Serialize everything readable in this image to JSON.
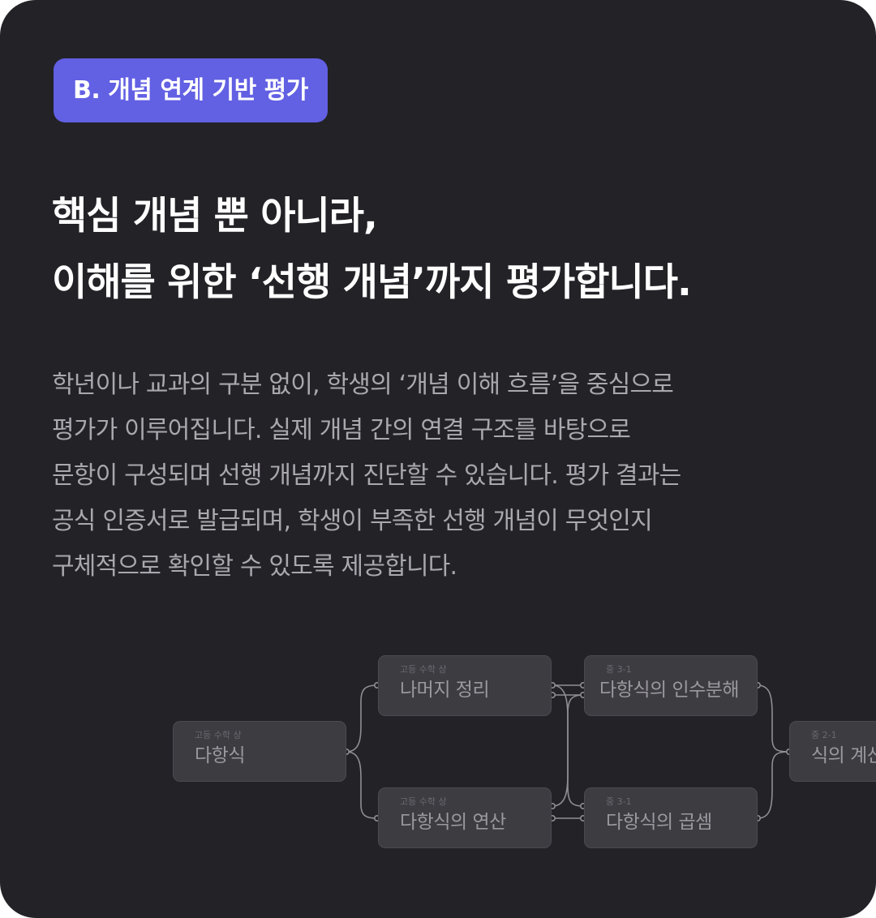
{
  "badge": "B. 개념 연계 기반 평가",
  "headline": {
    "line1": "핵심 개념 뿐 아니라,",
    "line2": "이해를 위한 ‘선행 개념’까지 평가합니다."
  },
  "description": [
    "학년이나 교과의 구분 없이, 학생의 ‘개념 이해 흐름’을 중심으로",
    "평가가 이루어집니다. 실제 개념 간의 연결 구조를 바탕으로",
    "문항이 구성되며 선행 개념까지 진단할 수 있습니다. 평가 결과는",
    "공식 인증서로 발급되며, 학생이 부족한 선행 개념이 무엇인지",
    "구체적으로 확인할 수 있도록 제공합니다."
  ],
  "diagram": {
    "nodes": [
      {
        "id": "n1",
        "grade": "고등 수학 상",
        "concept": "다항식"
      },
      {
        "id": "n2",
        "grade": "고등 수학 상",
        "concept": "나머지 정리"
      },
      {
        "id": "n3",
        "grade": "고등 수학 상",
        "concept": "다항식의 연산"
      },
      {
        "id": "n4",
        "grade": "중 3-1",
        "concept": "다항식의 인수분해"
      },
      {
        "id": "n5",
        "grade": "중 3-1",
        "concept": "다항식의 곱셈"
      },
      {
        "id": "n6",
        "grade": "중 2-1",
        "concept": "식의 계산"
      }
    ],
    "colors": {
      "node_bg": "#3d3c41",
      "link": "#8f8e93"
    }
  }
}
